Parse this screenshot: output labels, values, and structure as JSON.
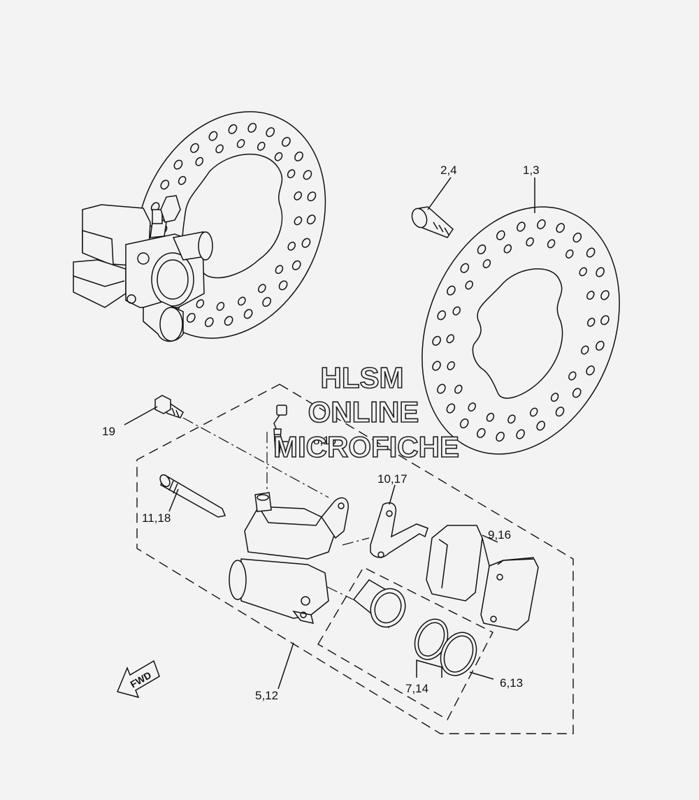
{
  "labels": {
    "disc": "1,3",
    "disc_bolt": "2,4",
    "caliper": "5,12",
    "seal_kit": "6,13",
    "piston": "7,14",
    "bleed_screw": "8,15",
    "pad_kit": "9,16",
    "pad_support": "10,17",
    "caliper_pin": "11,18",
    "caliper_bolt": "19"
  },
  "watermark": {
    "line1": "HLSM",
    "line2": "ONLINE",
    "line3": "MICROFICHE"
  },
  "direction": {
    "text": "FWD",
    "icon": "arrow-forward-icon"
  }
}
